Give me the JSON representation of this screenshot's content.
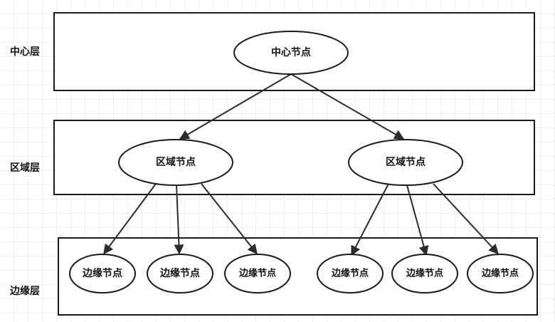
{
  "layers": {
    "center": "中心层",
    "region": "区域层",
    "edge": "边缘层"
  },
  "nodes": {
    "center": "中心节点",
    "region_left": "区域节点",
    "region_right": "区域节点",
    "edge_1": "边缘节点",
    "edge_2": "边缘节点",
    "edge_3": "边缘节点",
    "edge_4": "边缘节点",
    "edge_5": "边缘节点",
    "edge_6": "边缘节点"
  },
  "colors": {
    "stroke": "#1a1a1a",
    "grid": "#ededed"
  }
}
